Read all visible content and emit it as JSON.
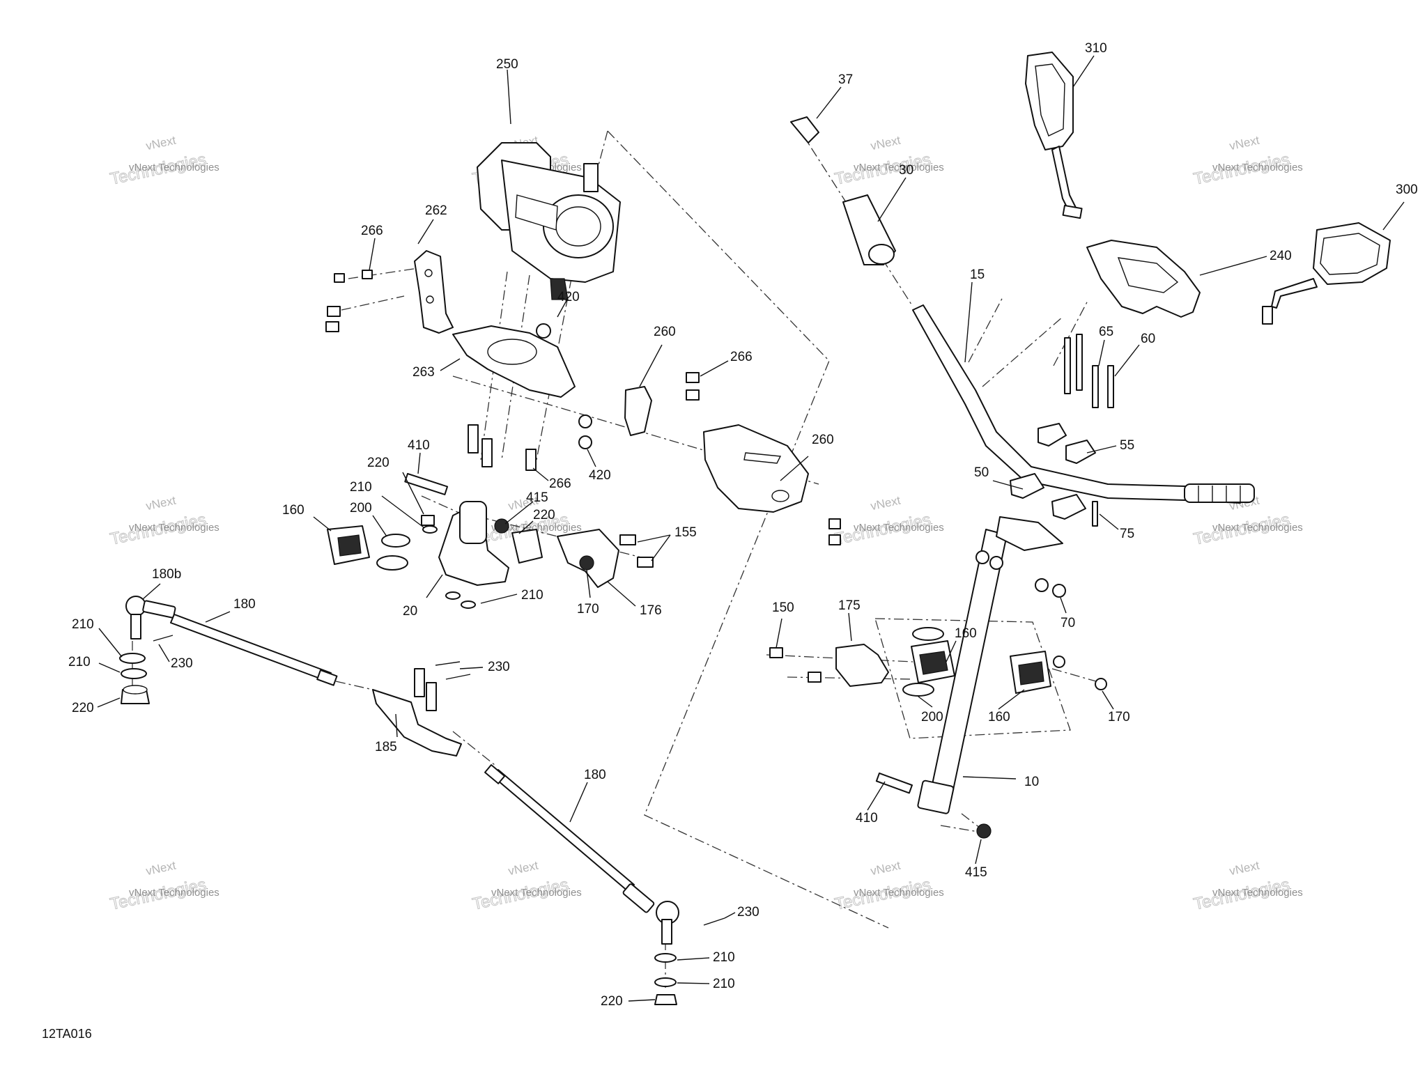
{
  "diagram": {
    "figure_code": "12TA016",
    "watermark": {
      "line1": "vNext",
      "line2": "Technologies",
      "small": "vNext Technologies"
    },
    "callouts": [
      {
        "id": "c250",
        "label": "250"
      },
      {
        "id": "c262",
        "label": "262"
      },
      {
        "id": "c266a",
        "label": "266"
      },
      {
        "id": "c420a",
        "label": "420"
      },
      {
        "id": "c263",
        "label": "263"
      },
      {
        "id": "c260a",
        "label": "260"
      },
      {
        "id": "c266b",
        "label": "266"
      },
      {
        "id": "c420b",
        "label": "420"
      },
      {
        "id": "c266c",
        "label": "266"
      },
      {
        "id": "c410a",
        "label": "410"
      },
      {
        "id": "c220a",
        "label": "220"
      },
      {
        "id": "c210a",
        "label": "210"
      },
      {
        "id": "c200a",
        "label": "200"
      },
      {
        "id": "c160a",
        "label": "160"
      },
      {
        "id": "c415a",
        "label": "415"
      },
      {
        "id": "c220b",
        "label": "220"
      },
      {
        "id": "c155",
        "label": "155"
      },
      {
        "id": "c210b",
        "label": "210"
      },
      {
        "id": "c20",
        "label": "20"
      },
      {
        "id": "c170a",
        "label": "170"
      },
      {
        "id": "c176",
        "label": "176"
      },
      {
        "id": "c260b",
        "label": "260"
      },
      {
        "id": "c180b",
        "label": "180b"
      },
      {
        "id": "c180a",
        "label": "180"
      },
      {
        "id": "c210c",
        "label": "210"
      },
      {
        "id": "c210d",
        "label": "210"
      },
      {
        "id": "c230a",
        "label": "230"
      },
      {
        "id": "c220c",
        "label": "220"
      },
      {
        "id": "c230b",
        "label": "230"
      },
      {
        "id": "c185",
        "label": "185"
      },
      {
        "id": "c180c",
        "label": "180"
      },
      {
        "id": "c230c",
        "label": "230"
      },
      {
        "id": "c210e",
        "label": "210"
      },
      {
        "id": "c210f",
        "label": "210"
      },
      {
        "id": "c220d",
        "label": "220"
      },
      {
        "id": "c37",
        "label": "37"
      },
      {
        "id": "c30",
        "label": "30"
      },
      {
        "id": "c310",
        "label": "310"
      },
      {
        "id": "c300",
        "label": "300"
      },
      {
        "id": "c240",
        "label": "240"
      },
      {
        "id": "c15",
        "label": "15"
      },
      {
        "id": "c65",
        "label": "65"
      },
      {
        "id": "c60",
        "label": "60"
      },
      {
        "id": "c55",
        "label": "55"
      },
      {
        "id": "c50",
        "label": "50"
      },
      {
        "id": "c75",
        "label": "75"
      },
      {
        "id": "c70",
        "label": "70"
      },
      {
        "id": "c150",
        "label": "150"
      },
      {
        "id": "c175",
        "label": "175"
      },
      {
        "id": "c160b",
        "label": "160"
      },
      {
        "id": "c200b",
        "label": "200"
      },
      {
        "id": "c160c",
        "label": "160"
      },
      {
        "id": "c170b",
        "label": "170"
      },
      {
        "id": "c10",
        "label": "10"
      },
      {
        "id": "c410b",
        "label": "410"
      },
      {
        "id": "c415b",
        "label": "415"
      }
    ]
  }
}
